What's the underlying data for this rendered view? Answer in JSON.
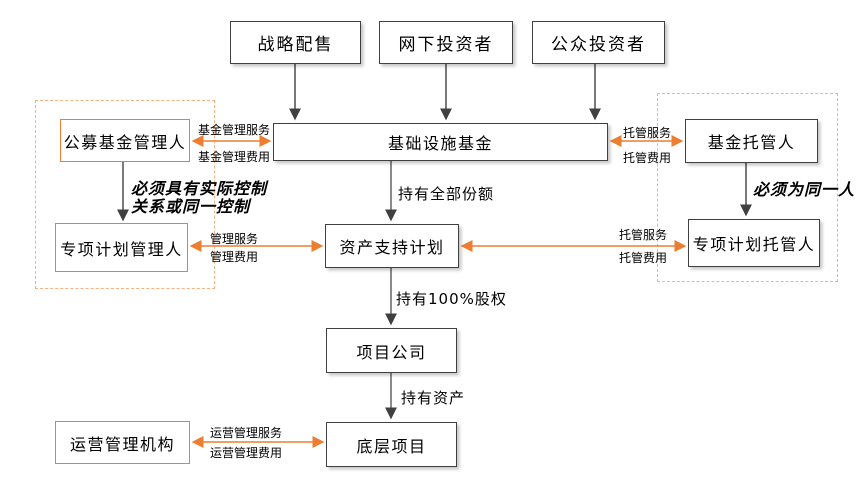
{
  "nodes": {
    "strategic_placement": "战略配售",
    "offline_investors": "网下投资者",
    "public_investors": "公众投资者",
    "infrastructure_fund": "基础设施基金",
    "public_fund_manager": "公募基金管理人",
    "special_plan_manager": "专项计划管理人",
    "asset_support_plan": "资产支持计划",
    "fund_custodian": "基金托管人",
    "special_plan_custodian": "专项计划托管人",
    "project_company": "项目公司",
    "underlying_project": "底层项目",
    "operation_manager": "运营管理机构"
  },
  "edge_labels": {
    "fund_mgmt_service": "基金管理服务",
    "fund_mgmt_fee": "基金管理费用",
    "custody_service_top": "托管服务",
    "custody_fee_top": "托管费用",
    "mgmt_service": "管理服务",
    "mgmt_fee": "管理费用",
    "custody_service_mid": "托管服务",
    "custody_fee_mid": "托管费用",
    "op_service": "运营管理服务",
    "op_fee": "运营管理费用",
    "hold_all_shares": "持有全部份额",
    "hold_equity": "持有100%股权",
    "hold_assets": "持有资产"
  },
  "annotations": {
    "control_line1": "必须具有实际控制",
    "control_line2": "关系或同一控制",
    "same_person": "必须为同一人"
  },
  "colors": {
    "accent_orange": "#ED7D31",
    "dashed_orange": "#F4B183",
    "line_dark": "#404040",
    "background": "#FFFFFF"
  }
}
